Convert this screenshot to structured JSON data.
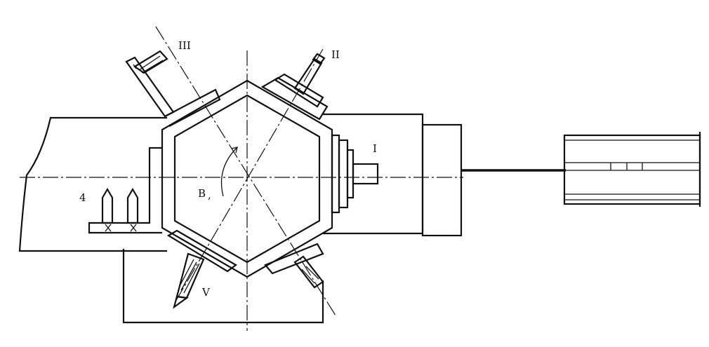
{
  "labels": {
    "station_1": "I",
    "station_2": "II",
    "station_3": "III",
    "station_5": "V",
    "holder_4": "4",
    "center_b": "B",
    "center_b_mark": ","
  }
}
